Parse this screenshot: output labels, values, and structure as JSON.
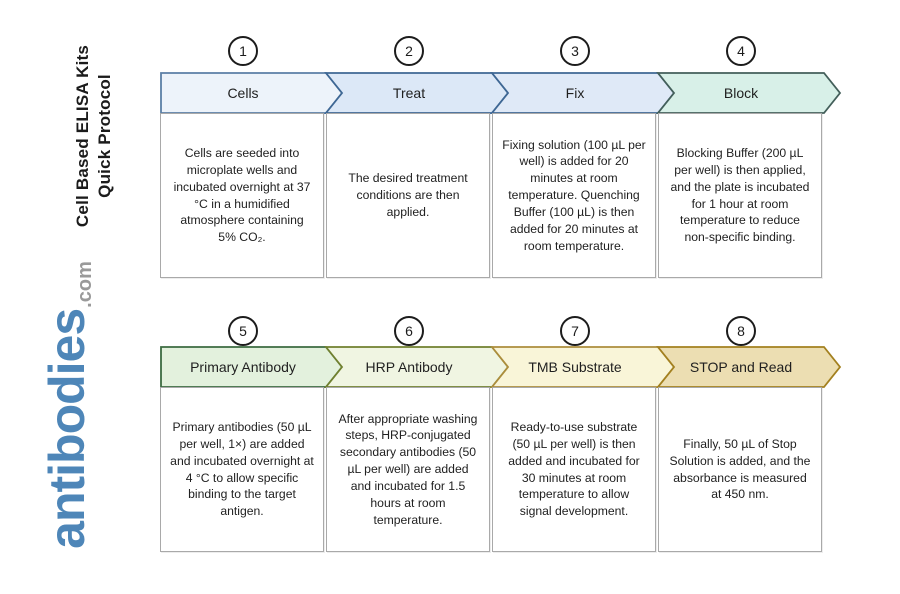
{
  "sidebar": {
    "title_line1": "Cell Based ELISA Kits",
    "title_line2": "Quick Protocol",
    "logo_text": "antibodies",
    "logo_suffix": ".com",
    "brand_color": "#4e86b8",
    "suffix_color": "#9a9a9a"
  },
  "steps": [
    {
      "number": "1",
      "label": "Cells",
      "fill": "#edf3fa",
      "stroke": "#5b7fa6",
      "description": "Cells are seeded into microplate wells and incubated overnight at 37 °C in a humidified atmosphere containing 5% CO₂."
    },
    {
      "number": "2",
      "label": "Treat",
      "fill": "#dce8f7",
      "stroke": "#3e6794",
      "description": "The desired treatment conditions are then applied."
    },
    {
      "number": "3",
      "label": "Fix",
      "fill": "#dfe9f7",
      "stroke": "#3e6794",
      "description": "Fixing solution (100 µL per well) is added for 20 minutes at room temperature. Quenching Buffer (100 µL) is then added for 20 minutes at room temperature."
    },
    {
      "number": "4",
      "label": "Block",
      "fill": "#d8f0e8",
      "stroke": "#435f5a",
      "description": "Blocking Buffer (200 µL per well) is then applied, and the plate is incubated for 1 hour at room temperature to reduce non-specific binding."
    },
    {
      "number": "5",
      "label": "Primary Antibody",
      "fill": "#e3f1dd",
      "stroke": "#3c6b41",
      "description": "Primary antibodies (50 µL per well, 1×) are added and incubated overnight at 4 °C to allow specific binding to the target antigen."
    },
    {
      "number": "6",
      "label": "HRP Antibody",
      "fill": "#f0f5e2",
      "stroke": "#70802f",
      "description": "After appropriate washing steps, HRP-conjugated secondary antibodies (50 µL per well) are added and incubated for 1.5 hours at room temperature."
    },
    {
      "number": "7",
      "label": "TMB Substrate",
      "fill": "#f9f5d8",
      "stroke": "#ac8d3c",
      "description": "Ready-to-use substrate (50 µL per well) is then added and incubated for 30 minutes at room temperature to allow signal development."
    },
    {
      "number": "8",
      "label": "STOP and Read",
      "fill": "#ecdeb2",
      "stroke": "#a3801f",
      "description": "Finally, 50 µL of Stop Solution is added, and the absorbance is measured at 450 nm."
    }
  ]
}
